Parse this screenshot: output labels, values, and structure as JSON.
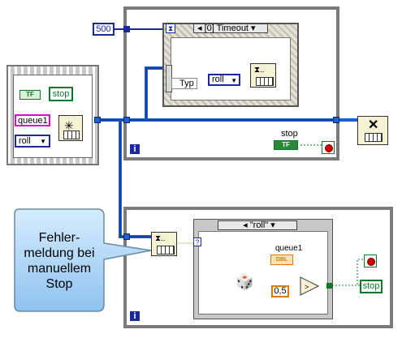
{
  "constant_500": "500",
  "event_case": {
    "index_label": "◂ [0] Timeout ▾",
    "typ_label": "Typ",
    "roll_label": "roll"
  },
  "top_left": {
    "tf_label": "TF",
    "stop_label": "stop",
    "queue_label": "queue1",
    "roll_label": "roll"
  },
  "loop_top": {
    "stop_label": "stop",
    "tf_label": "TF",
    "info_label": "i"
  },
  "loop_bottom": {
    "case_label": "◂ \"roll\" ▾",
    "question_label": "?",
    "queue_label": "queue1",
    "dbl_label": "DBL",
    "const_label": "0,5",
    "stop_label": "stop",
    "info_label": "i"
  },
  "callout": {
    "text_lines": [
      "Fehler-",
      "meldung bei",
      "manuellem",
      "Stop"
    ]
  },
  "colors": {
    "wire_blue": "#1f5fcf",
    "wire_dark": "#0b2a6a",
    "bool_green": "#0a7a2a",
    "orange": "#e07b00",
    "gray_frame": "#7b7b7b"
  }
}
